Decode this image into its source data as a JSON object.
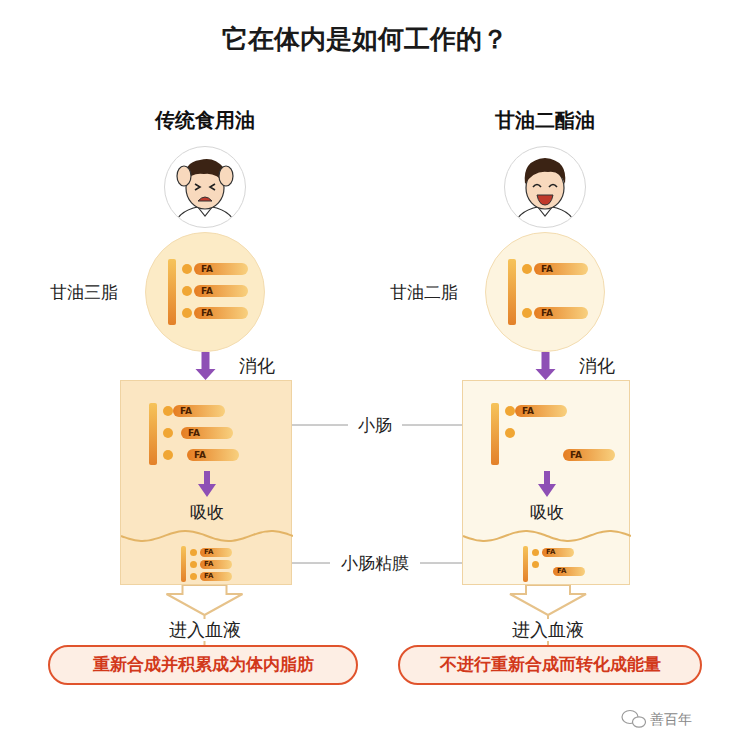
{
  "diagram": {
    "title": "它在体内是如何工作的？",
    "nodes": [
      {
        "text": [
          "传统食用油"
        ]
      },
      {
        "text": [
          "甘油三脂",
          "FA",
          "FA",
          "FA"
        ]
      },
      {
        "text": [
          "FA",
          "FA",
          "FA",
          "吸收",
          "FA",
          "FA",
          "FA"
        ]
      },
      {
        "text": [
          "重新合成并积累成为体内脂肪"
        ]
      },
      {
        "text": [
          "甘油二酯油"
        ]
      },
      {
        "text": [
          "甘油二脂",
          "FA",
          "FA"
        ]
      },
      {
        "text": [
          "FA",
          "FA",
          "吸收",
          "FA",
          "FA"
        ]
      },
      {
        "text": [
          "不进行重新合成而转化成能量"
        ]
      }
    ],
    "edges": [
      {
        "from": 1,
        "to": 2,
        "arrow": "to",
        "label": "消化"
      },
      {
        "from": 2,
        "to": 3,
        "arrow": "to",
        "label": "进入血液"
      },
      {
        "from": 5,
        "to": 6,
        "arrow": "to",
        "label": "消化"
      },
      {
        "from": 6,
        "to": 7,
        "arrow": "to",
        "label": "进入血液"
      }
    ],
    "labels": [
      "小肠",
      "小肠粘膜",
      "善百年"
    ]
  }
}
